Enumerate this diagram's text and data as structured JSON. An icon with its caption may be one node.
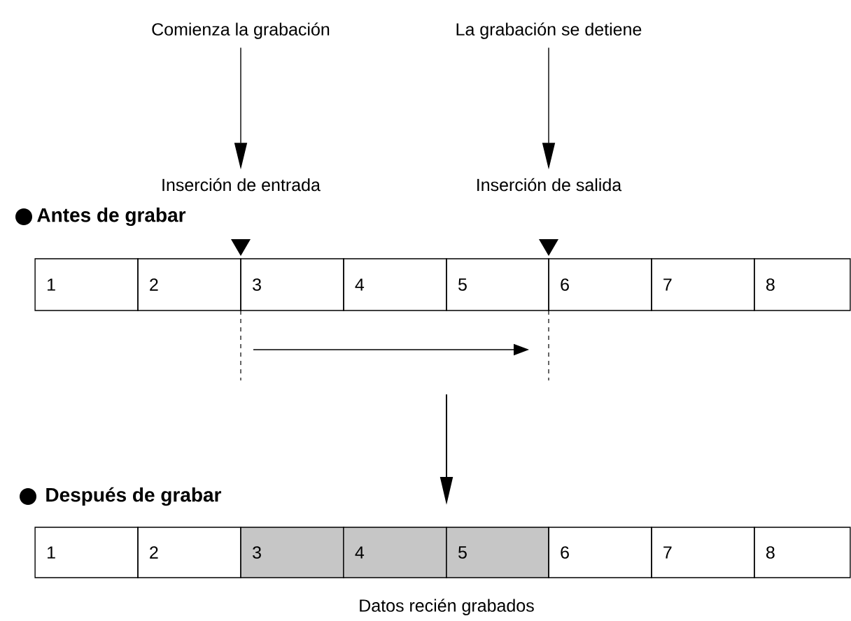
{
  "diagram": {
    "nodes": [
      {
        "text": [
          "Comienza la grabación"
        ]
      },
      {
        "text": [
          "La grabación se detiene"
        ]
      },
      {
        "text": [
          "Inserción de entrada"
        ]
      },
      {
        "text": [
          "Inserción de salida"
        ]
      },
      {
        "text": [
          "1"
        ]
      },
      {
        "text": [
          "2"
        ]
      },
      {
        "text": [
          "3"
        ]
      },
      {
        "text": [
          "4"
        ]
      },
      {
        "text": [
          "5"
        ]
      },
      {
        "text": [
          "6"
        ]
      },
      {
        "text": [
          "7"
        ]
      },
      {
        "text": [
          "8"
        ]
      },
      {
        "text": [
          "1"
        ]
      },
      {
        "text": [
          "2"
        ]
      },
      {
        "text": [
          "3"
        ]
      },
      {
        "text": [
          "4"
        ]
      },
      {
        "text": [
          "5"
        ]
      },
      {
        "text": [
          "6"
        ]
      },
      {
        "text": [
          "7"
        ]
      },
      {
        "text": [
          "8"
        ]
      }
    ],
    "edges": [
      {
        "from": 0,
        "to": 2,
        "arrow": "to"
      },
      {
        "from": 1,
        "to": 3,
        "arrow": "to"
      }
    ],
    "labels": [
      "Antes de grabar",
      "Después de grabar",
      "Datos recién grabados"
    ]
  }
}
